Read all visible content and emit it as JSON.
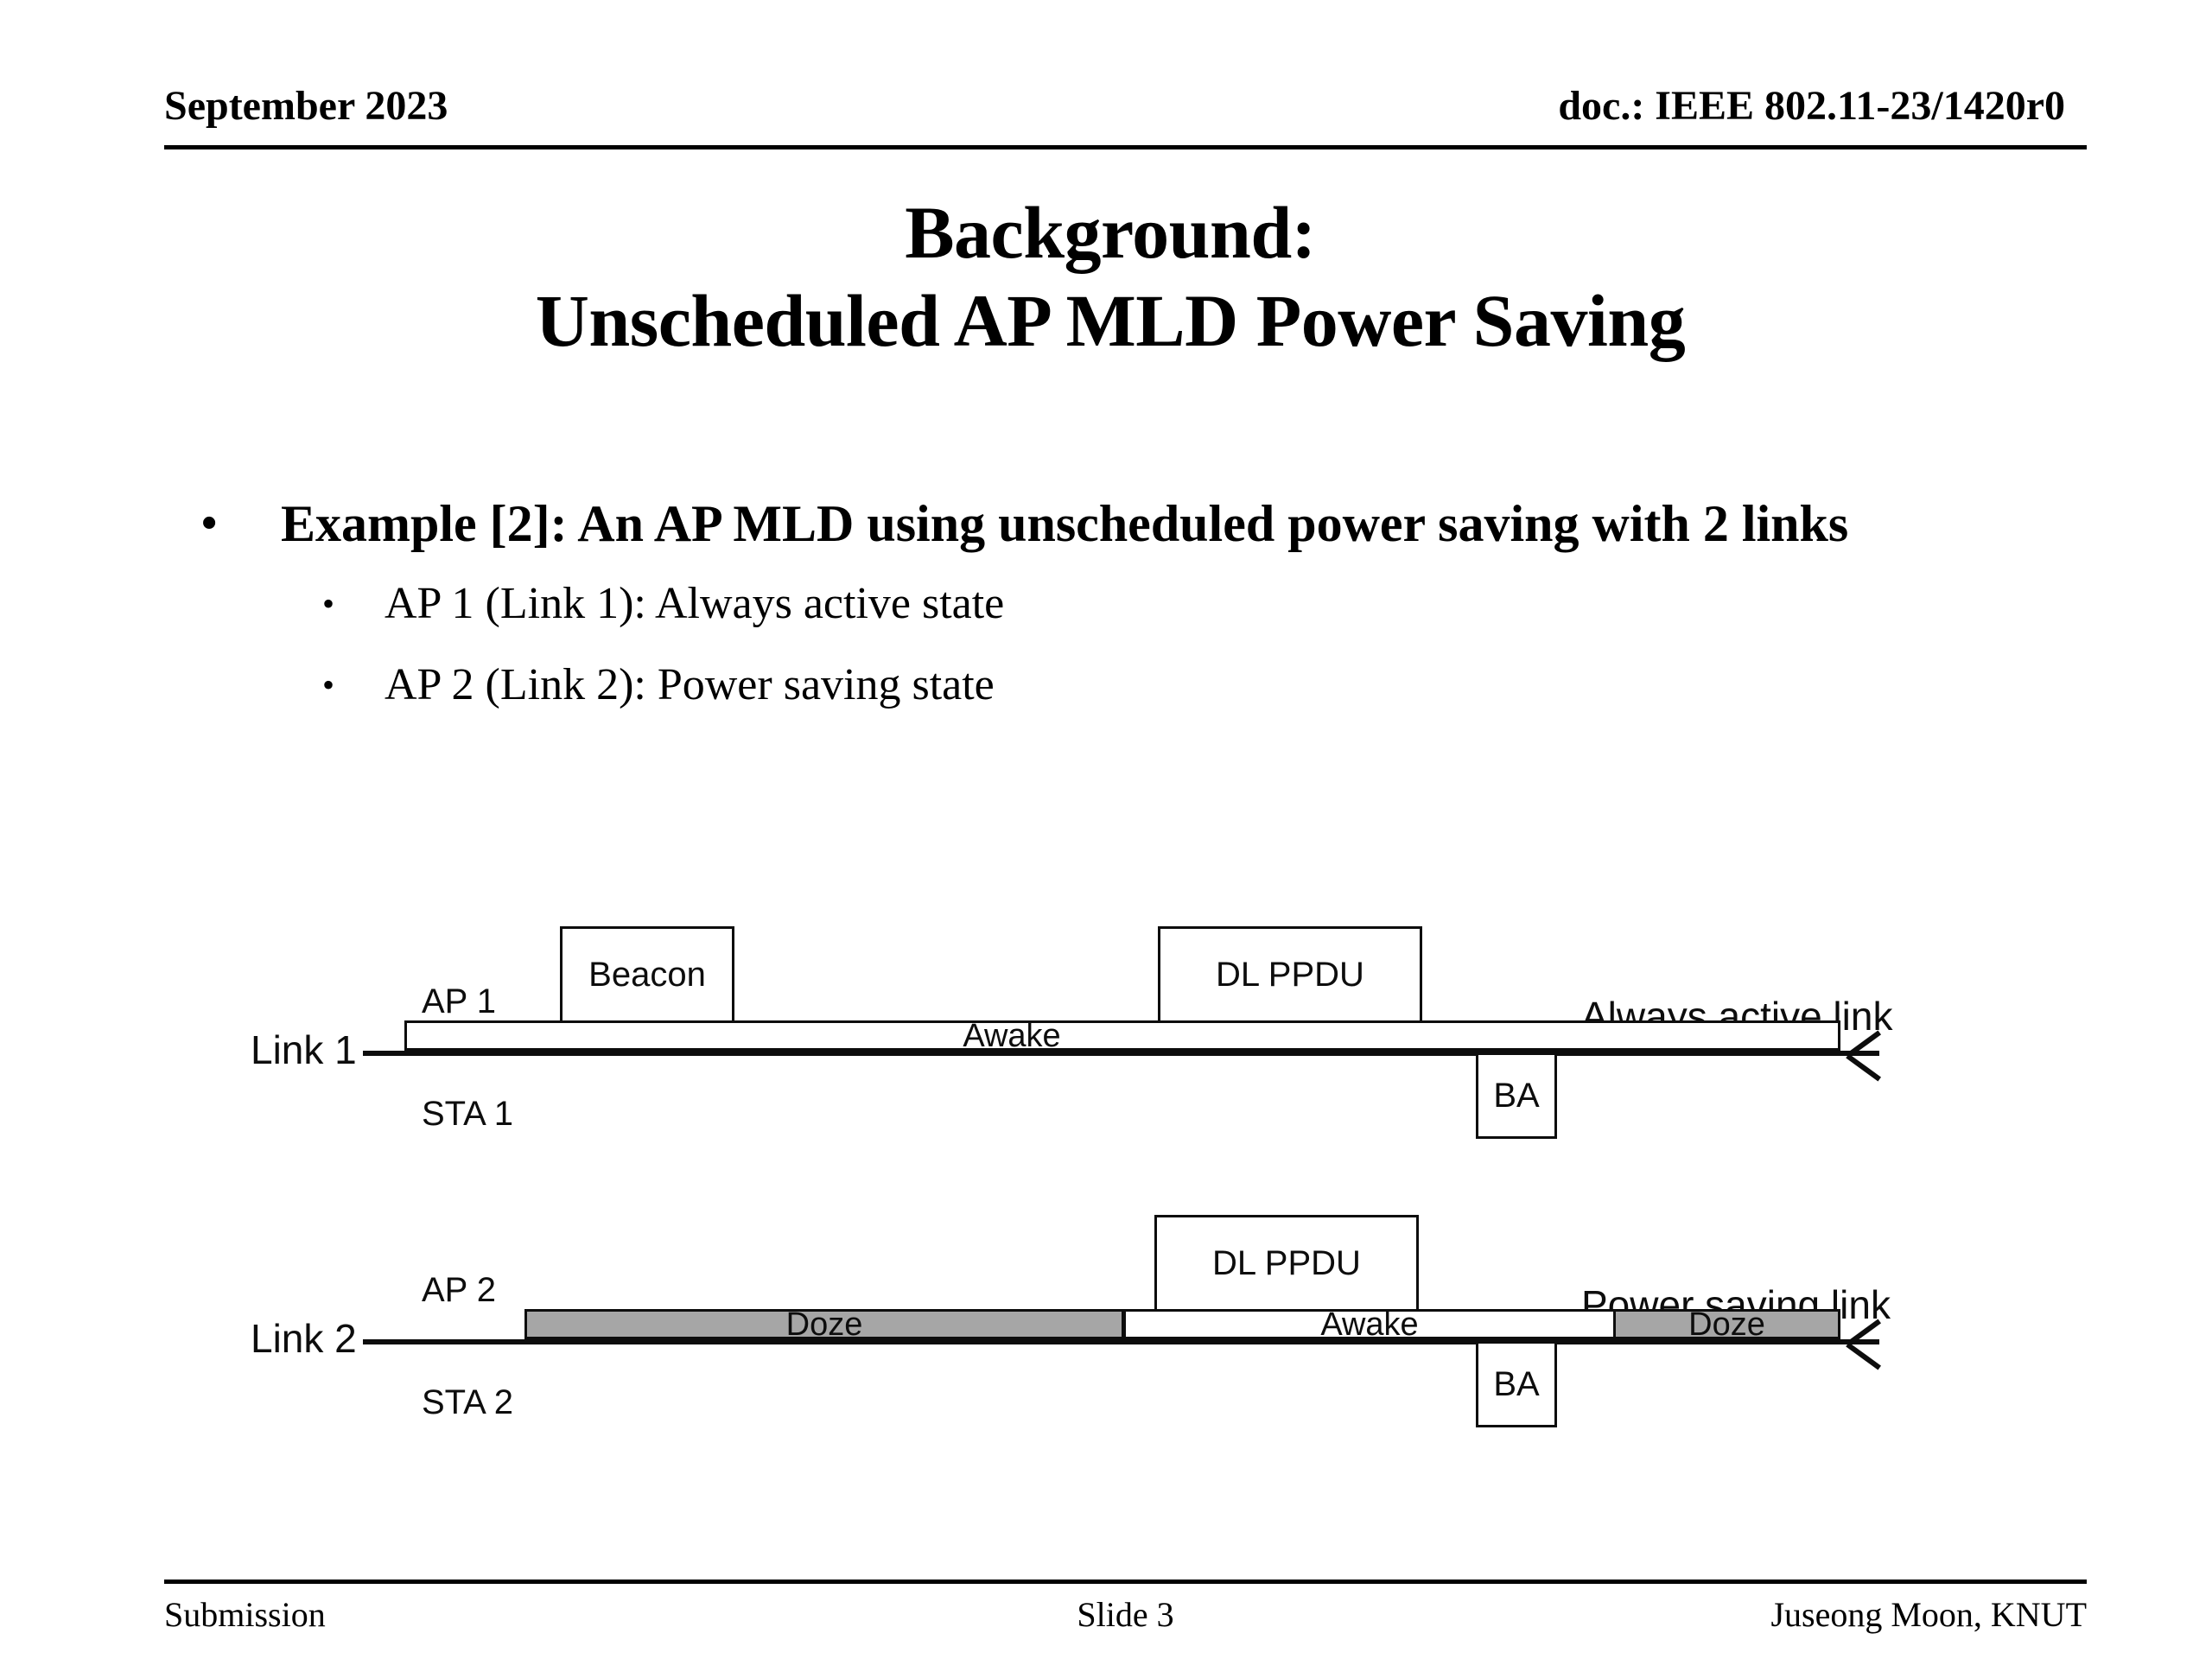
{
  "header": {
    "date": "September 2023",
    "doc": "doc.: IEEE 802.11-23/1420r0"
  },
  "title": {
    "line1": "Background:",
    "line2": "Unscheduled AP MLD Power Saving"
  },
  "bullets": {
    "level1": "Example [2]: An AP MLD using unscheduled power saving with 2 links",
    "level2": [
      "AP 1 (Link 1): Always active state",
      "AP 2 (Link 2): Power saving state"
    ],
    "bullet_glyph": "•"
  },
  "diagram": {
    "colors": {
      "line": "#0d0d0d",
      "doze_fill": "#a6a6a6",
      "awake_fill": "#ffffff"
    },
    "link1": {
      "axis_label": "Link 1",
      "ap_label": "AP 1",
      "sta_label": "STA 1",
      "caption": "Always active link",
      "state_bars": [
        {
          "label": "Awake",
          "state": "awake"
        }
      ],
      "ap_frames": [
        {
          "label": "Beacon"
        },
        {
          "label": "DL PPDU"
        }
      ],
      "sta_frames": [
        {
          "label": "BA"
        }
      ]
    },
    "link2": {
      "axis_label": "Link 2",
      "ap_label": "AP 2",
      "sta_label": "STA 2",
      "caption": "Power saving link",
      "state_bars": [
        {
          "label": "Doze",
          "state": "doze"
        },
        {
          "label": "Awake",
          "state": "awake"
        },
        {
          "label": "Doze",
          "state": "doze"
        }
      ],
      "ap_frames": [
        {
          "label": "DL PPDU"
        }
      ],
      "sta_frames": [
        {
          "label": "BA"
        }
      ]
    }
  },
  "footer": {
    "left": "Submission",
    "center": "Slide 3",
    "right": "Juseong Moon, KNUT"
  }
}
